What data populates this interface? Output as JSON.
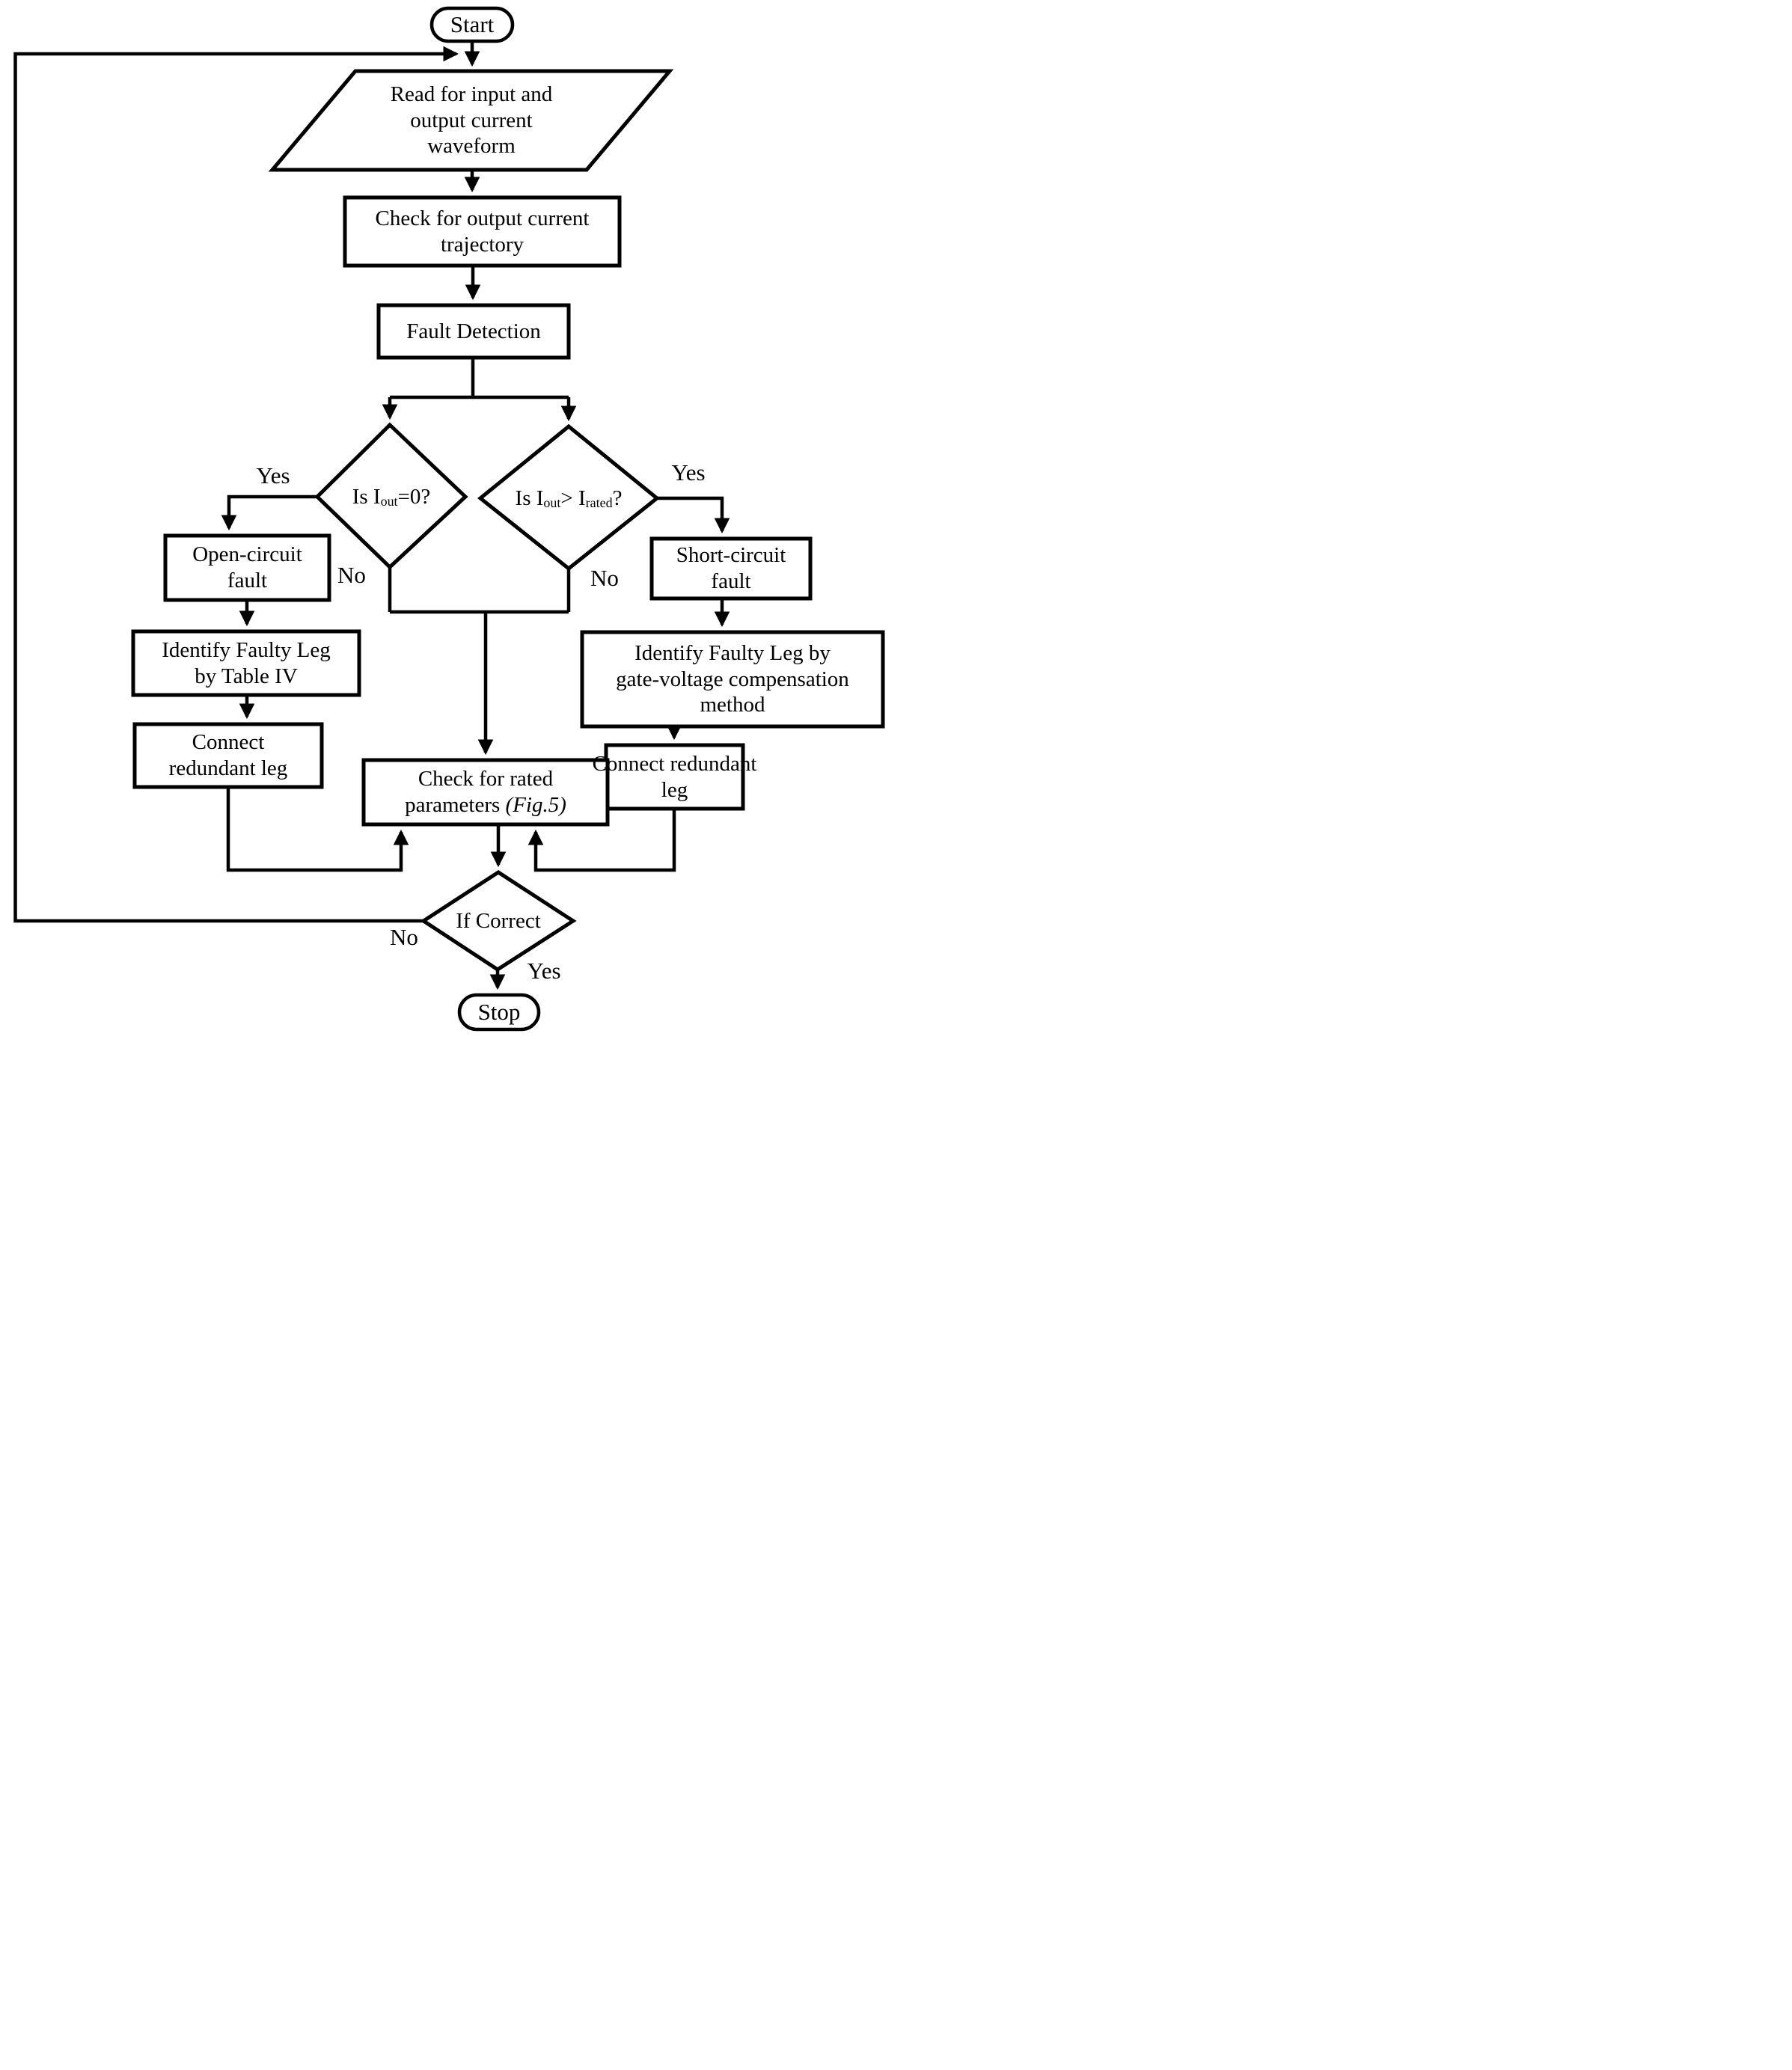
{
  "page": {
    "background": "#ffffff",
    "ink": "#000000"
  },
  "nodes": {
    "start": {
      "shape": "terminator",
      "label": "Start"
    },
    "read_waveform": {
      "shape": "parallelogram",
      "lines": [
        [
          {
            "t": "Read for input and"
          }
        ],
        [
          {
            "t": "output current"
          }
        ],
        [
          {
            "t": "waveform"
          }
        ]
      ]
    },
    "check_trajectory": {
      "shape": "process",
      "lines": [
        [
          {
            "t": "Check for output current"
          }
        ],
        [
          {
            "t": "trajectory"
          }
        ]
      ]
    },
    "fault_detection": {
      "shape": "process",
      "label": "Fault Detection"
    },
    "is_iout_zero": {
      "shape": "decision",
      "lines": [
        [
          {
            "t": "Is I"
          },
          {
            "t": "out",
            "sub": true
          },
          {
            "t": "=0?"
          }
        ]
      ]
    },
    "is_iout_gt_irated": {
      "shape": "decision",
      "lines": [
        [
          {
            "t": "Is I"
          },
          {
            "t": "out",
            "sub": true
          },
          {
            "t": "> I"
          },
          {
            "t": "rated",
            "sub": true
          },
          {
            "t": "?"
          }
        ]
      ]
    },
    "open_circuit_fault": {
      "shape": "process",
      "lines": [
        [
          {
            "t": "Open-circuit"
          }
        ],
        [
          {
            "t": "fault"
          }
        ]
      ]
    },
    "identify_table_iv": {
      "shape": "process",
      "lines": [
        [
          {
            "t": "Identify Faulty Leg"
          }
        ],
        [
          {
            "t": "by Table IV"
          }
        ]
      ]
    },
    "connect_redundant_left": {
      "shape": "process",
      "lines": [
        [
          {
            "t": "Connect"
          }
        ],
        [
          {
            "t": "redundant leg"
          }
        ]
      ]
    },
    "short_circuit_fault": {
      "shape": "process",
      "lines": [
        [
          {
            "t": "Short-circuit"
          }
        ],
        [
          {
            "t": "fault"
          }
        ]
      ]
    },
    "identify_gate_voltage": {
      "shape": "process",
      "lines": [
        [
          {
            "t": "Identify Faulty Leg by"
          }
        ],
        [
          {
            "t": "gate-voltage compensation"
          }
        ],
        [
          {
            "t": "method"
          }
        ]
      ]
    },
    "connect_redundant_right": {
      "shape": "process",
      "lines": [
        [
          {
            "t": "Connect redundant"
          }
        ],
        [
          {
            "t": "leg"
          }
        ]
      ]
    },
    "check_rated": {
      "shape": "process",
      "lines": [
        [
          {
            "t": "Check for rated"
          }
        ],
        [
          {
            "t": "parameters "
          },
          {
            "t": "(Fig.5)",
            "i": true
          }
        ]
      ]
    },
    "if_correct": {
      "shape": "decision",
      "label": "If Correct"
    },
    "stop": {
      "shape": "terminator",
      "label": "Stop"
    }
  },
  "edge_labels": {
    "iout_zero_yes": "Yes",
    "iout_zero_no": "No",
    "irated_yes": "Yes",
    "irated_no": "No",
    "if_correct_no": "No",
    "if_correct_yes": "Yes"
  }
}
